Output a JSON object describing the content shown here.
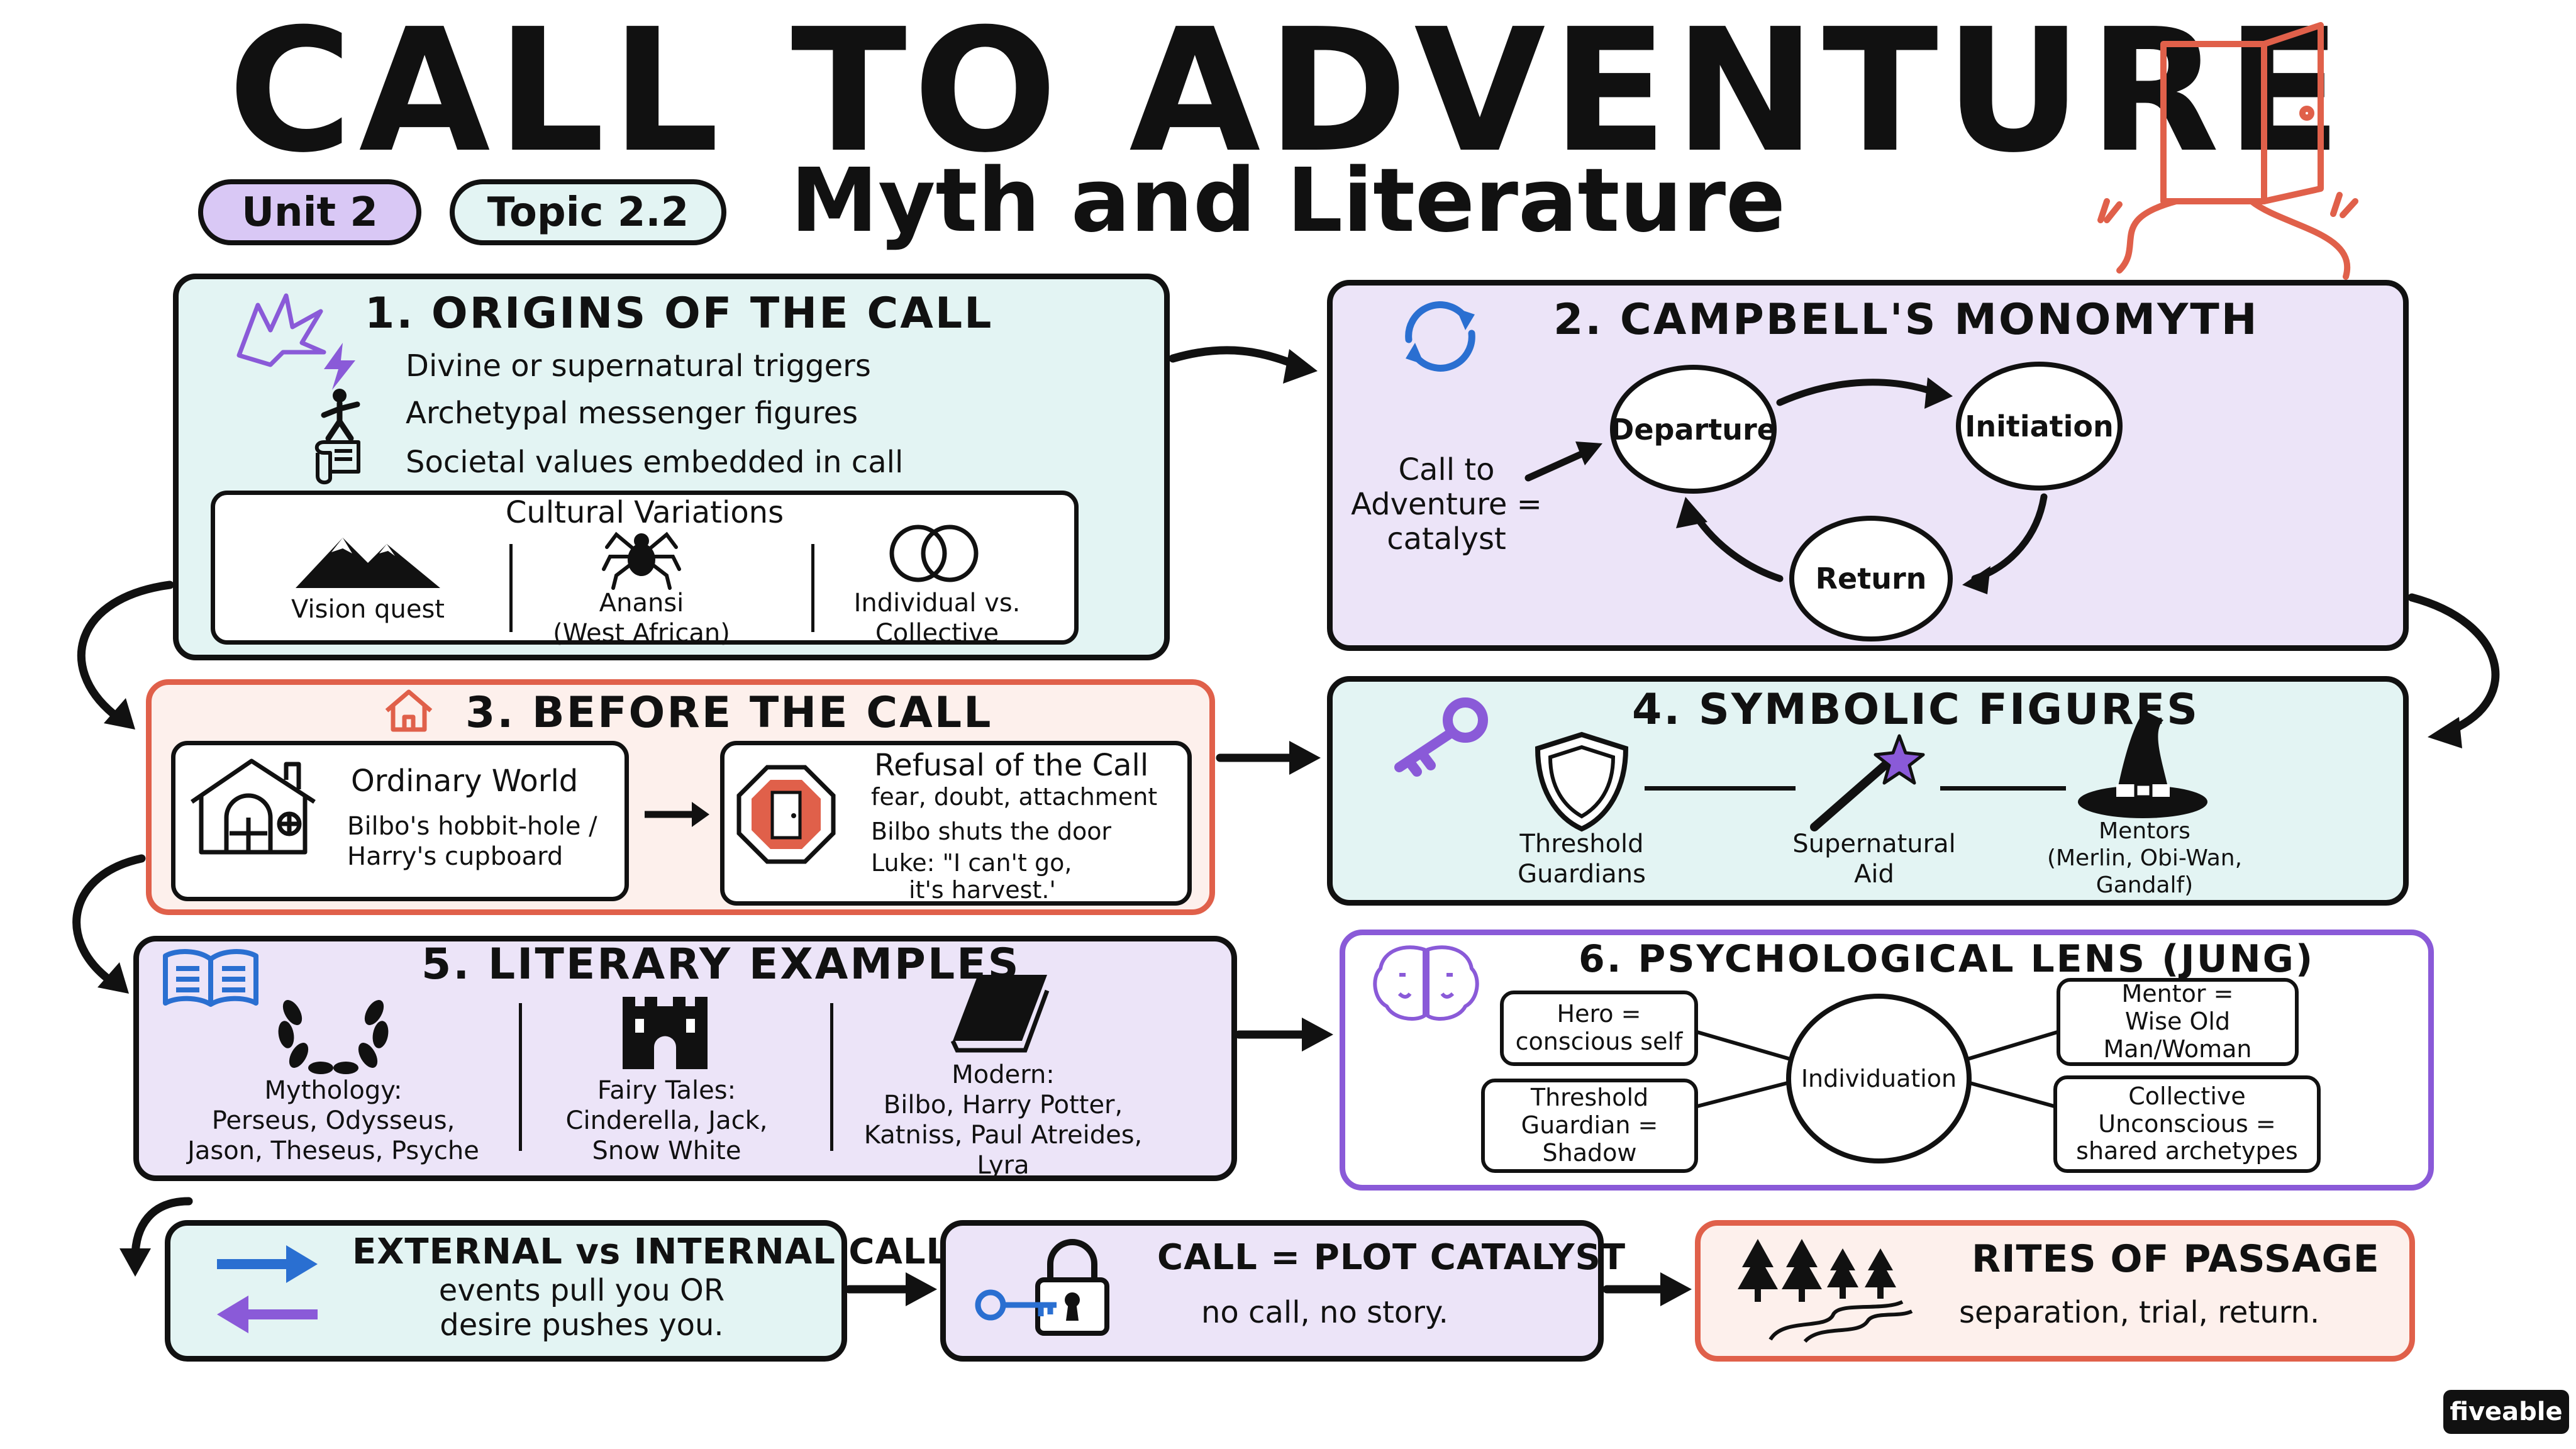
{
  "header": {
    "title": "CALL TO ADVENTURE",
    "subtitle": "Myth and Literature",
    "unit_label": "Unit 2",
    "topic_label": "Topic 2.2"
  },
  "colors": {
    "teal_panel": "#e3f4f3",
    "lavender_panel": "#ece4f8",
    "coral_accent": "#e0604a",
    "purple_accent": "#8a5ad8",
    "blue_accent": "#2a6fd1"
  },
  "origins": {
    "title": "1. ORIGINS OF THE CALL",
    "items": [
      "Divine or supernatural triggers",
      "Archetypal messenger figures",
      "Societal values embedded in call"
    ],
    "variations_title": "Cultural Variations",
    "variations": [
      {
        "label": "Vision quest"
      },
      {
        "label": "Anansi\n(West African)"
      },
      {
        "label": "Individual vs.\nCollective"
      }
    ]
  },
  "monomyth": {
    "title": "2. CAMPBELL'S MONOMYTH",
    "catalyst_note": "Call to\nAdventure =\ncatalyst",
    "stages": [
      "Departure",
      "Initiation",
      "Return"
    ]
  },
  "before": {
    "title": "3. BEFORE THE CALL",
    "ordinary_title": "Ordinary World",
    "ordinary_text": "Bilbo's hobbit-hole /\nHarry's cupboard",
    "refusal_title": "Refusal of the Call",
    "refusal_lines": [
      "fear, doubt, attachment",
      "Bilbo shuts the door",
      "Luke: \"I can't go,",
      "it's harvest.'"
    ]
  },
  "symbolic": {
    "title": "4. SYMBOLIC FIGURES",
    "figures": [
      {
        "label": "Threshold\nGuardians"
      },
      {
        "label": "Supernatural\nAid"
      },
      {
        "label": "Mentors\n(Merlin, Obi-Wan,\nGandalf)"
      }
    ]
  },
  "literary": {
    "title": "5. LITERARY EXAMPLES",
    "columns": [
      {
        "label": "Mythology:\nPerseus, Odysseus,\nJason, Theseus, Psyche"
      },
      {
        "label": "Fairy Tales:\nCinderella, Jack,\nSnow White"
      },
      {
        "label": "Modern:\nBilbo, Harry Potter,\nKatniss, Paul Atreides,\nLyra"
      }
    ]
  },
  "jung": {
    "title": "6. PSYCHOLOGICAL LENS (JUNG)",
    "center": "Individuation",
    "nodes": [
      "Hero =\nconscious self",
      "Threshold\nGuardian =\nShadow",
      "Mentor =\nWise Old\nMan/Woman",
      "Collective\nUnconscious =\nshared archetypes"
    ]
  },
  "bottom": {
    "external": {
      "title": "EXTERNAL vs INTERNAL CALLS",
      "text": "events pull you OR\ndesire pushes you."
    },
    "catalyst": {
      "title": "CALL = PLOT CATALYST",
      "text": "no call, no story."
    },
    "rites": {
      "title": "RITES OF PASSAGE",
      "text": "separation, trial, return."
    }
  },
  "brand": "fiveable"
}
